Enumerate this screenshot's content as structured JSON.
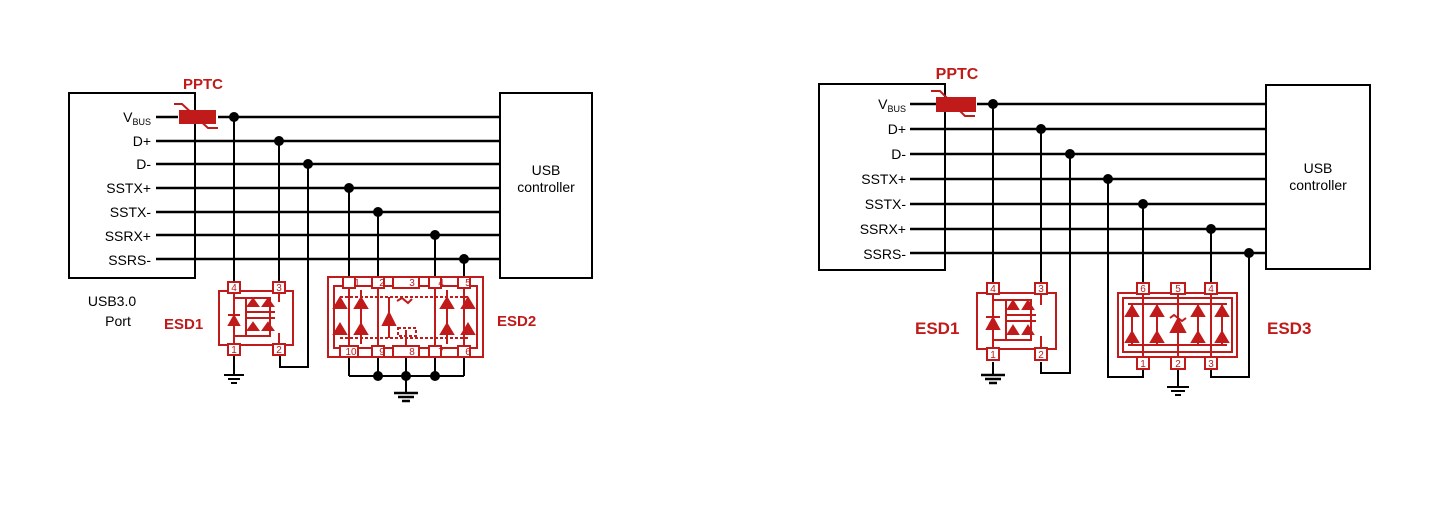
{
  "colors": {
    "wire": "#000000",
    "protect": "#c01a1a",
    "background": "#ffffff"
  },
  "left": {
    "port": {
      "title": "USB3.0",
      "subtitle": "Port"
    },
    "controller": {
      "line1": "USB",
      "line2": "controller"
    },
    "signals": [
      "V",
      "D+",
      "D-",
      "SSTX+",
      "SSTX-",
      "SSRX+",
      "SSRS-"
    ],
    "vbus_sub": "BUS",
    "pptc": "PPTC",
    "esd1": {
      "label": "ESD1",
      "pins_top": [
        "4",
        "3"
      ],
      "pins_bottom": [
        "1",
        "2"
      ]
    },
    "esd2": {
      "label": "ESD2",
      "pins_top": [
        "1",
        "2",
        "3",
        "4",
        "5"
      ],
      "pins_bottom": [
        "10",
        "9",
        "8",
        "7",
        "6"
      ]
    }
  },
  "right": {
    "controller": {
      "line1": "USB",
      "line2": "controller"
    },
    "signals": [
      "V",
      "D+",
      "D-",
      "SSTX+",
      "SSTX-",
      "SSRX+",
      "SSRS-"
    ],
    "vbus_sub": "BUS",
    "pptc": "PPTC",
    "esd1": {
      "label": "ESD1",
      "pins_top": [
        "4",
        "3"
      ],
      "pins_bottom": [
        "1",
        "2"
      ]
    },
    "esd3": {
      "label": "ESD3",
      "pins_top": [
        "6",
        "5",
        "4"
      ],
      "pins_bottom": [
        "1",
        "2",
        "3"
      ]
    }
  }
}
